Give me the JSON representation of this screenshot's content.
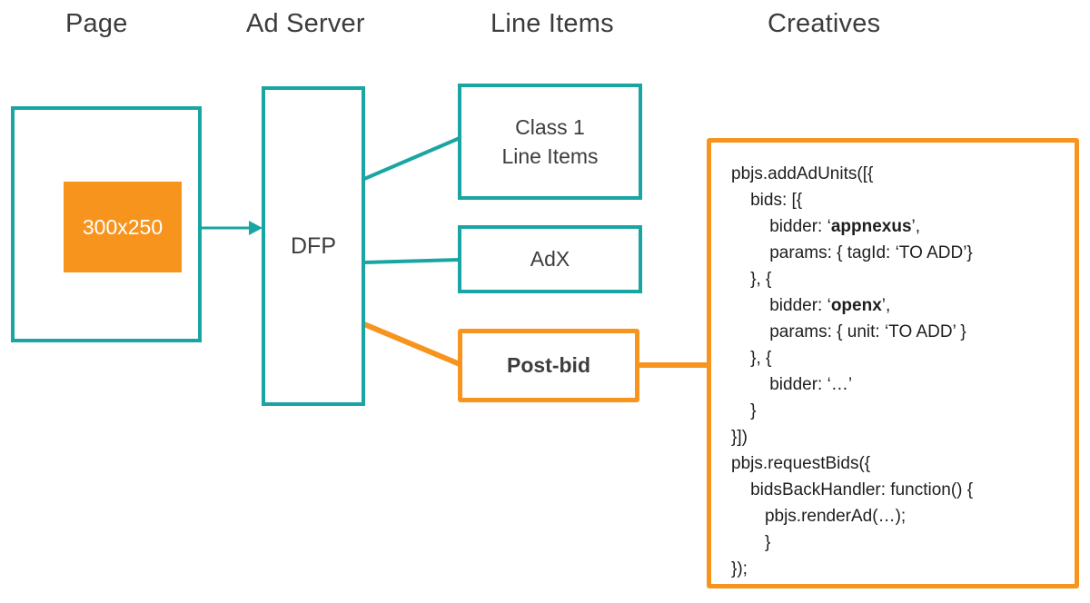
{
  "colors": {
    "teal": "#1aa5a3",
    "orange": "#f7941e",
    "text": "#3d3d3d"
  },
  "headers": {
    "page": "Page",
    "ad_server": "Ad Server",
    "line_items": "Line Items",
    "creatives": "Creatives"
  },
  "page": {
    "ad_slot_label": "300x250"
  },
  "ad_server": {
    "dfp_label": "DFP"
  },
  "line_items": {
    "class1_line1": "Class 1",
    "class1_line2": "Line Items",
    "adx_label": "AdX",
    "postbid_label": "Post-bid"
  },
  "creatives": {
    "code_lines": [
      [
        {
          "t": "pbjs.addAdUnits([{"
        }
      ],
      [
        {
          "t": "    bids: [{"
        }
      ],
      [
        {
          "t": "        bidder: ‘"
        },
        {
          "t": "appnexus",
          "b": true
        },
        {
          "t": "’,"
        }
      ],
      [
        {
          "t": "        params: { tagId: ‘TO ADD’}"
        }
      ],
      [
        {
          "t": "    }, {"
        }
      ],
      [
        {
          "t": "        bidder: ‘"
        },
        {
          "t": "openx",
          "b": true
        },
        {
          "t": "’,"
        }
      ],
      [
        {
          "t": "        params: { unit: ‘TO ADD’ }"
        }
      ],
      [
        {
          "t": "    }, {"
        }
      ],
      [
        {
          "t": "        bidder: ‘…’"
        }
      ],
      [
        {
          "t": "    }"
        }
      ],
      [
        {
          "t": "}])"
        }
      ],
      [
        {
          "t": "pbjs.requestBids({"
        }
      ],
      [
        {
          "t": "    bidsBackHandler: function() {"
        }
      ],
      [
        {
          "t": "       pbjs.renderAd(…);"
        }
      ],
      [
        {
          "t": "       }"
        }
      ],
      [
        {
          "t": "});"
        }
      ]
    ]
  }
}
